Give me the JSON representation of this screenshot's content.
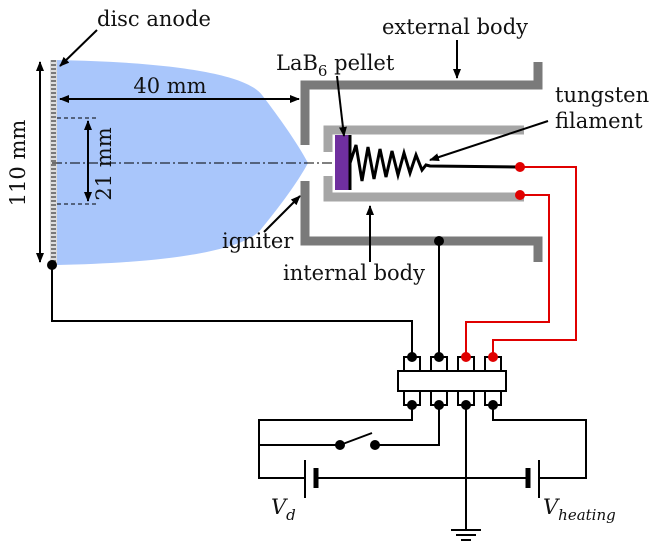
{
  "labels": {
    "disc_anode": "disc anode",
    "external_body": "external body",
    "pellet_main": "LaB",
    "pellet_sub": "6",
    "pellet_rest": " pellet",
    "tungsten": "tungsten",
    "filament": "filament",
    "dim_40": "40 mm",
    "dim_110": "110 mm",
    "dim_21": "21 mm",
    "igniter": "igniter",
    "internal_body": "internal body",
    "vd_main": "V",
    "vd_sub": "d",
    "vh_main": "V",
    "vh_sub": "heating"
  },
  "colors": {
    "plasma": "#a9c6fb",
    "body": "#7a7a7a",
    "internal": "#a6a6a6",
    "pellet": "#6f2f9f",
    "wire_red": "#e00000",
    "wire_black": "#000000"
  }
}
